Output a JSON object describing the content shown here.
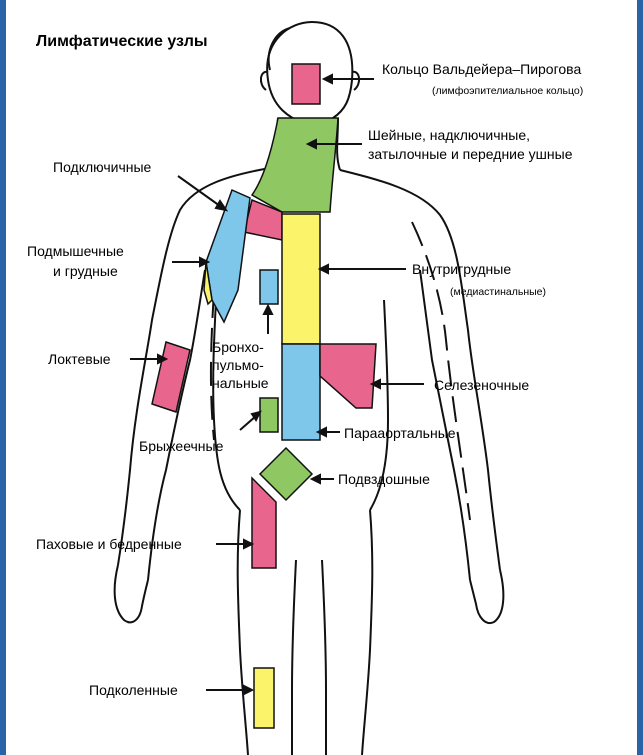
{
  "caption": "",
  "title": "Лимфатические узлы",
  "labels": {
    "ring": "Кольцо Вальдейера–Пирогова",
    "ring_note": "(лимфоэпителиальное кольцо)",
    "cervical_1": "Шейные, надключичные,",
    "cervical_2": "затылочные и передние ушные",
    "subclavian": "Подключичные",
    "axillary_1": "Подмышечные",
    "axillary_2": "и грудные",
    "intrathoracic": "Внутригрудные",
    "intrathoracic_note": "(медиастинальные)",
    "elbow": "Локтевые",
    "broncho_1": "Бронхо-",
    "broncho_2": "пульмо-",
    "broncho_3": "нальные",
    "splenic": "Селезеночные",
    "mesenteric": "Брыжеечные",
    "paraaortic": "Парааортальные",
    "iliac": "Подвздошные",
    "inguinal": "Паховые и бедренные",
    "popliteal": "Подколенные"
  },
  "colors": {
    "pink": "#e8668e",
    "green": "#8fc863",
    "blue": "#7ec6ea",
    "yellow": "#fbf36a",
    "frame": "#2a63a8"
  }
}
